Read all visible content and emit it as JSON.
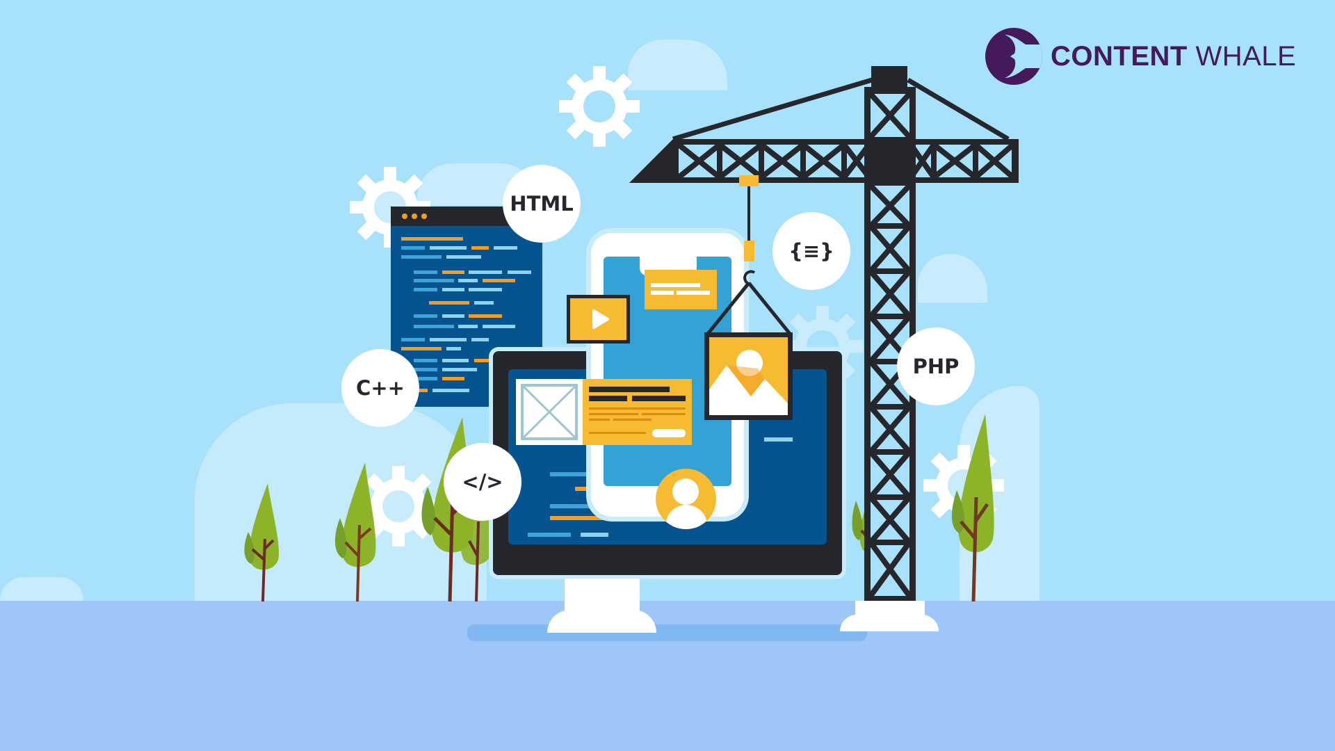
{
  "brand": {
    "name_bold": "CONTENT",
    "name_light": "WHALE",
    "color": "#451a5d"
  },
  "badges": {
    "html": "HTML",
    "cpp": "C++",
    "code_tag": "</>",
    "json": "{≡}",
    "php": "PHP"
  },
  "colors": {
    "sky": "#a8e1fc",
    "ground": "#9ec6f9",
    "dark": "#25272d",
    "navy": "#06548f",
    "phone_screen": "#33a3d5",
    "accent_yellow": "#f6bb33",
    "accent_orange": "#f39d26",
    "tree_green": "#8db328",
    "trunk": "#6e3a24"
  },
  "scene": {
    "icons": [
      "gear-icon",
      "cloud-icon",
      "crane-icon",
      "code-window-icon",
      "monitor-icon",
      "smartphone-icon",
      "play-video-icon",
      "image-placeholder-icon",
      "picture-icon",
      "user-avatar-icon",
      "tree-icon"
    ]
  }
}
